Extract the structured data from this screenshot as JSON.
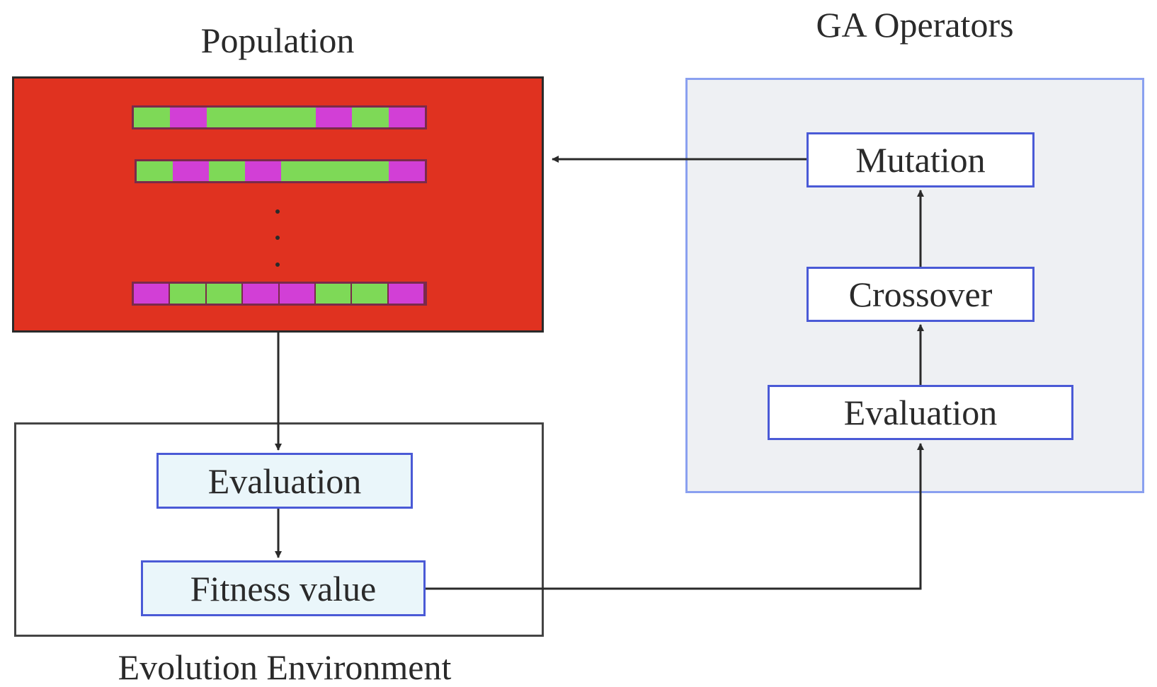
{
  "titles": {
    "population": "Population",
    "ga_operators": "GA Operators",
    "evolution_environment": "Evolution Environment"
  },
  "evolution_environment": {
    "evaluation": "Evaluation",
    "fitness_value": "Fitness value"
  },
  "ga_operators": {
    "mutation": "Mutation",
    "crossover": "Crossover",
    "evaluation": "Evaluation"
  },
  "colors": {
    "population_fill": "#e03220",
    "gene_green": "#7ed957",
    "gene_magenta": "#d23fd6",
    "box_border": "#4a5ad6",
    "ga_panel_fill": "#eef0f3",
    "ga_panel_border": "#8aa0f0",
    "evo_box_fill": "#eaf6fa"
  },
  "chromosomes": [
    [
      "green",
      "magenta",
      "green",
      "green",
      "green",
      "magenta",
      "green",
      "magenta"
    ],
    [
      "green",
      "magenta",
      "green",
      "magenta",
      "green",
      "green",
      "green",
      "magenta"
    ],
    [
      "magenta",
      "green",
      "green",
      "magenta",
      "magenta",
      "green",
      "green",
      "magenta"
    ]
  ]
}
